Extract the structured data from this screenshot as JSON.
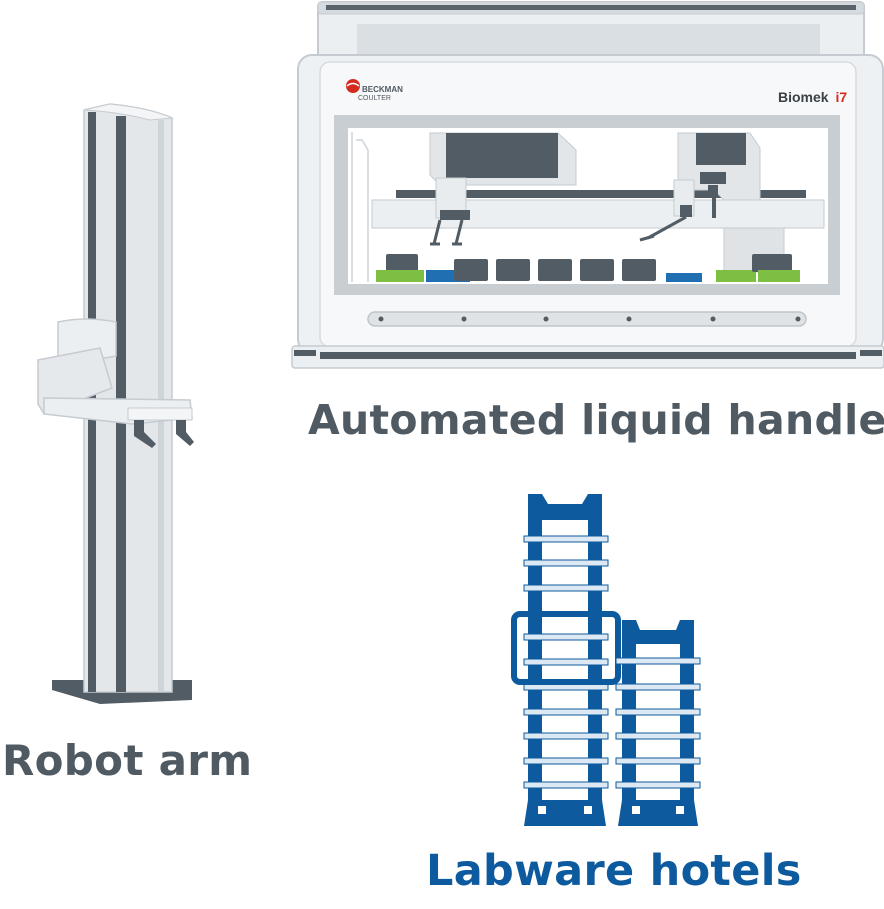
{
  "handler": {
    "caption": "Automated liquid handler",
    "brand_line1": "BECKMAN",
    "brand_line2": "COULTER",
    "model_name": "Biomek",
    "model_suffix": "i7"
  },
  "robot": {
    "caption": "Robot arm"
  },
  "hotels": {
    "caption": "Labware hotels"
  },
  "colors": {
    "caption_gray": "#505a62",
    "caption_blue": "#0e5a9e",
    "hotel_blue": "#0e5a9e",
    "shelf_blue": "#dce8f3",
    "deck_green": "#7cbf42",
    "deck_blue": "#1f6fb2",
    "brand_red": "#d52b1e",
    "model_red": "#d52b1e",
    "body_gray": "#e9ecee",
    "dark_gray": "#525c64"
  }
}
